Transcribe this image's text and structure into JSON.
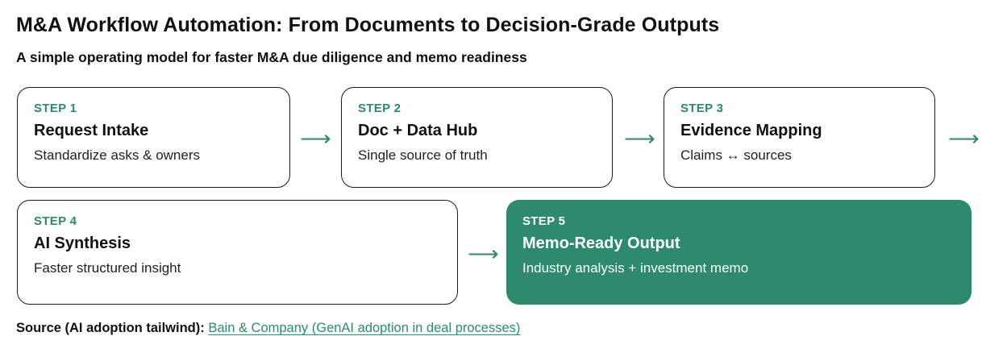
{
  "header": {
    "title": "M&A Workflow Automation: From Documents to Decision-Grade Outputs",
    "subtitle": "A simple operating model for faster M&A due diligence and memo readiness"
  },
  "steps": [
    {
      "label": "STEP 1",
      "title": "Request Intake",
      "desc": "Standardize asks & owners",
      "highlight": false
    },
    {
      "label": "STEP 2",
      "title": "Doc + Data Hub",
      "desc": "Single source of truth",
      "highlight": false
    },
    {
      "label": "STEP 3",
      "title": "Evidence Mapping",
      "desc": "Claims ↔ sources",
      "highlight": false
    },
    {
      "label": "STEP 4",
      "title": "AI Synthesis",
      "desc": "Faster structured insight",
      "highlight": false
    },
    {
      "label": "STEP 5",
      "title": "Memo-Ready Output",
      "desc": "Industry analysis + investment memo",
      "highlight": true
    }
  ],
  "arrow_glyph": "⟶",
  "footer": {
    "source_label": "Source (AI adoption tailwind):",
    "source_link_text": "Bain & Company (GenAI adoption in deal processes)"
  },
  "colors": {
    "accent": "#2d8a6c",
    "highlight_bg": "#2d8a6c",
    "border": "#1a1a1a",
    "text": "#111111",
    "link": "#2d8a6c"
  }
}
